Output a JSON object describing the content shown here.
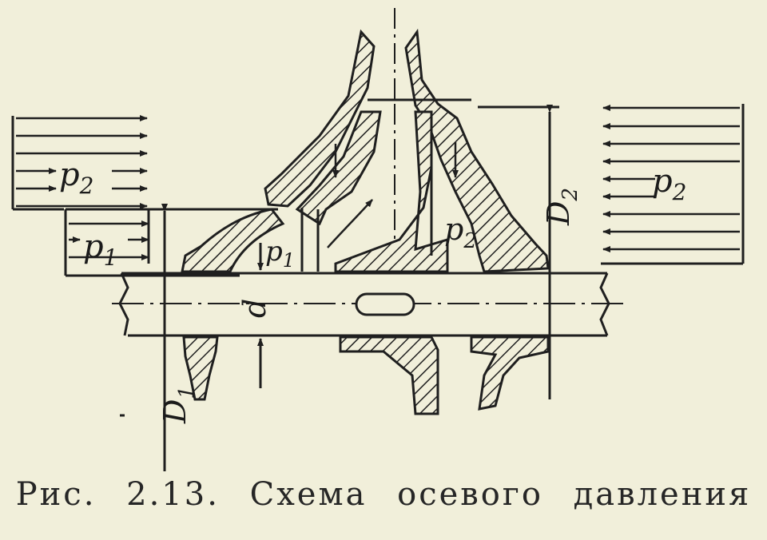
{
  "labels": {
    "p2_left": "p",
    "p2_left_sub": "2",
    "p1_left": "p",
    "p1_left_sub": "1",
    "p1_inner": "p",
    "p1_inner_sub": "1",
    "p2_inner": "p",
    "p2_inner_sub": "2",
    "p2_right": "p",
    "p2_right_sub": "2",
    "D2": "D",
    "D2_sub": "2",
    "D1": "D",
    "D1_sub": "1",
    "d": "d"
  },
  "caption": {
    "text": "Рис. 2.13. Схема осевого давления"
  },
  "colors": {
    "ink": "#1f1f1f",
    "paper": "#f1efda"
  }
}
